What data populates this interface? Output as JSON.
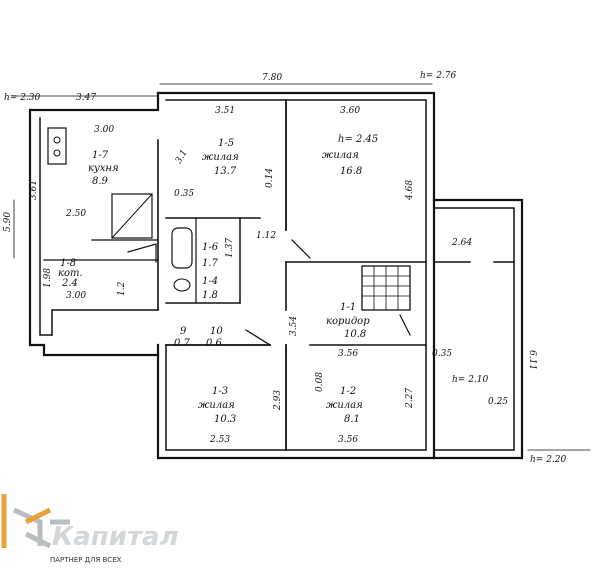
{
  "plan": {
    "overall_width": "7.80",
    "height_main": "h= 2.76",
    "height_left": "h= 2.30",
    "height_right": "h= 2.20",
    "dim_left_wing": "3.47",
    "dim_left_side": "5.90",
    "dims": {
      "kitchen_w": "3.00",
      "kitchen_h": "3.61",
      "hall_h": "2.50",
      "boiler_h": "1.98",
      "boiler_w": "3.00",
      "wc_w": "1.2",
      "r15_w": "3.51",
      "r14_w": "3.60",
      "r14_h": "4.68",
      "wall_035_a": "0.35",
      "wall_014": "0.14",
      "diag_31": "3.1",
      "r16_h": "1.37",
      "r16_w": "1.12",
      "corr_h": "3.54",
      "r12_w_top": "3.56",
      "wall_035_b": "0.35",
      "wall_008": "0.08",
      "r12_h": "2.27",
      "r13_h": "2.93",
      "r13_w": "2.53",
      "r12_w": "3.56",
      "ext_w": "2.64",
      "ext_h": "6.11",
      "ext_ceiling": "h= 2.10",
      "wall_025": "0.25"
    },
    "rooms": [
      {
        "id": "1-7",
        "name": "кухня",
        "area": "8.9"
      },
      {
        "id": "1-5",
        "name": "жилая",
        "area": "13.7"
      },
      {
        "id": "h= 2.45",
        "name": "жилая",
        "area": "16.8"
      },
      {
        "id": "1-8",
        "name": "кот.",
        "area": "2.4"
      },
      {
        "id": "1-6",
        "name": "",
        "area": "1.7"
      },
      {
        "id": "1-4",
        "name": "",
        "area": "1.8"
      },
      {
        "id": "9",
        "name": "",
        "area": "0.7"
      },
      {
        "id": "10",
        "name": "",
        "area": "0.6"
      },
      {
        "id": "1-1",
        "name": "коридор",
        "area": "10.8"
      },
      {
        "id": "1-3",
        "name": "жилая",
        "area": "10.3"
      },
      {
        "id": "1-2",
        "name": "жилая",
        "area": "8.1"
      }
    ]
  },
  "logo": {
    "brand": "Капитал",
    "tagline": "ПАРТНЕР ДЛЯ ВСЕХ",
    "accent_color": "#e8a13a",
    "icon": "cube-logo-icon"
  }
}
